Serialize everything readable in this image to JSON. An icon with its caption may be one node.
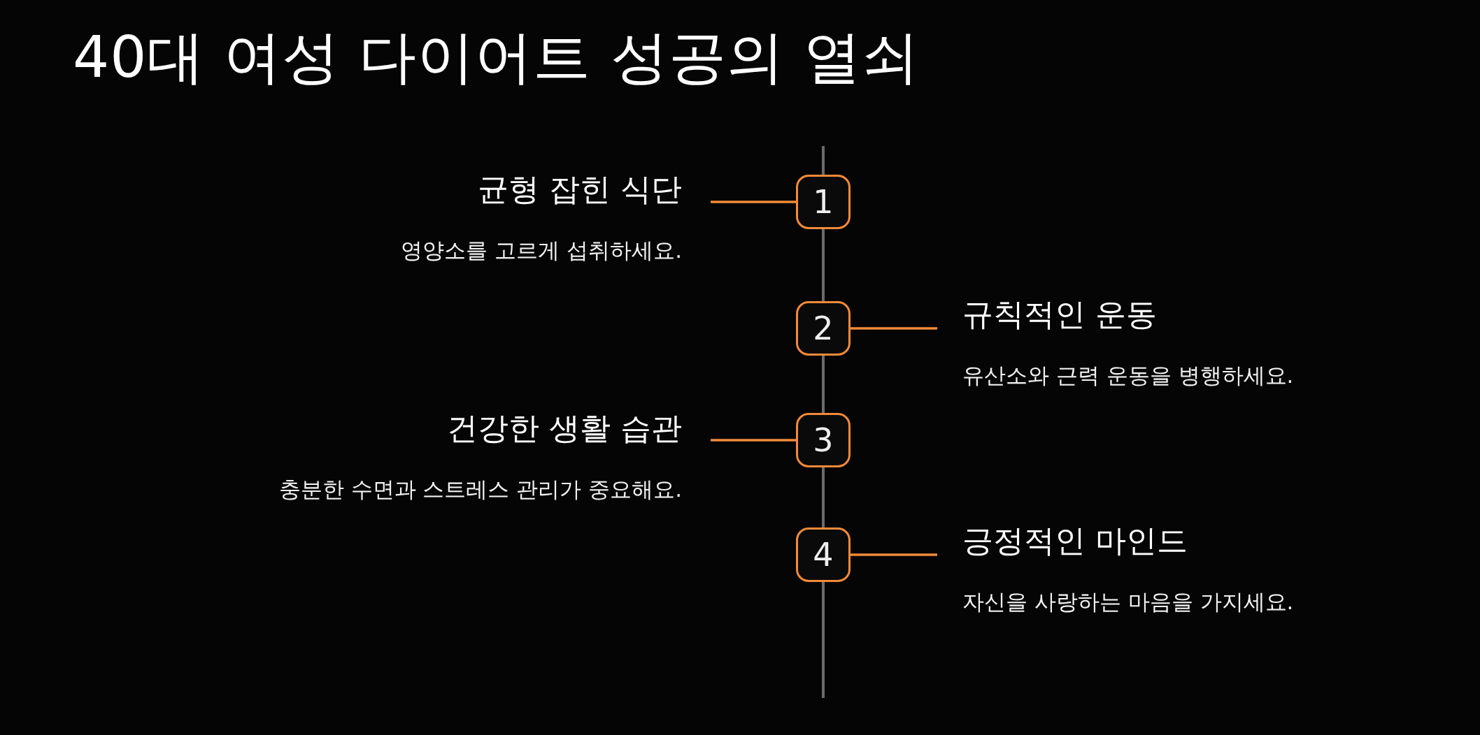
{
  "diagram": {
    "title": "40대 여성 다이어트 성공의 열쇠",
    "nodes": [
      {
        "text": [
          "균형 잡힌 식단",
          "영양소를 고르게 섭취하세요."
        ]
      },
      {
        "text": [
          "1"
        ]
      },
      {
        "text": [
          "2"
        ]
      },
      {
        "text": [
          "규칙적인 운동",
          "유산소와 근력 운동을 병행하세요."
        ]
      },
      {
        "text": [
          "건강한 생활 습관",
          "충분한 수면과 스트레스 관리가 중요해요."
        ]
      },
      {
        "text": [
          "3"
        ]
      },
      {
        "text": [
          "4"
        ]
      },
      {
        "text": [
          "긍정적인 마인드",
          "자신을 사랑하는 마음을 가지세요."
        ]
      }
    ],
    "edges": [
      {
        "from": 0,
        "to": 1,
        "arrow": "none"
      },
      {
        "from": 2,
        "to": 3,
        "arrow": "none"
      },
      {
        "from": 4,
        "to": 5,
        "arrow": "none"
      },
      {
        "from": 6,
        "to": 7,
        "arrow": "none"
      }
    ]
  }
}
